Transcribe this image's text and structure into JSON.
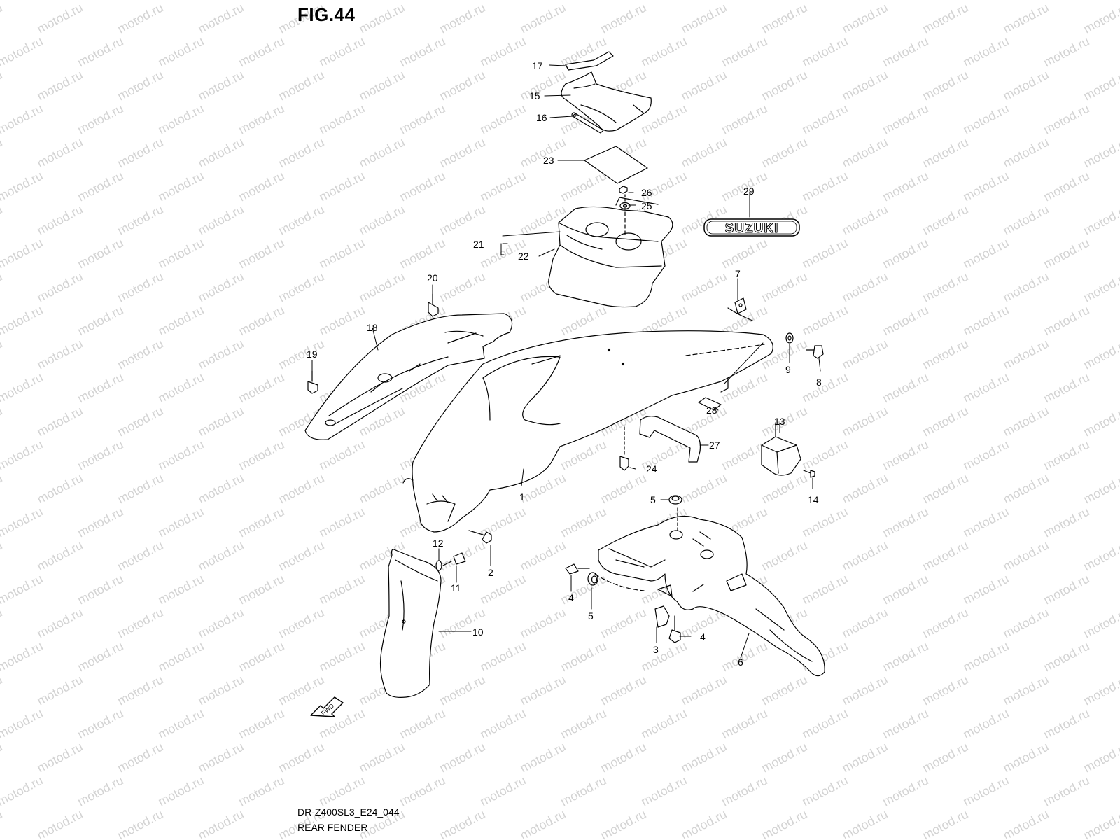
{
  "figure": {
    "title": "FIG.44",
    "code": "DR-Z400SL3_E24_044",
    "caption": "REAR FENDER",
    "fwd_label": "FWD",
    "emblem_text": "SUZUKI",
    "watermark_text": "motod.ru"
  },
  "callouts": [
    {
      "id": "17",
      "label": "17"
    },
    {
      "id": "15",
      "label": "15"
    },
    {
      "id": "16",
      "label": "16"
    },
    {
      "id": "23",
      "label": "23"
    },
    {
      "id": "26",
      "label": "26"
    },
    {
      "id": "25",
      "label": "25"
    },
    {
      "id": "21",
      "label": "21"
    },
    {
      "id": "22",
      "label": "22"
    },
    {
      "id": "29",
      "label": "29"
    },
    {
      "id": "20",
      "label": "20"
    },
    {
      "id": "7",
      "label": "7"
    },
    {
      "id": "18",
      "label": "18"
    },
    {
      "id": "19",
      "label": "19"
    },
    {
      "id": "9",
      "label": "9"
    },
    {
      "id": "8",
      "label": "8"
    },
    {
      "id": "28",
      "label": "28"
    },
    {
      "id": "13",
      "label": "13"
    },
    {
      "id": "27",
      "label": "27"
    },
    {
      "id": "24",
      "label": "24"
    },
    {
      "id": "14",
      "label": "14"
    },
    {
      "id": "1",
      "label": "1"
    },
    {
      "id": "5a",
      "label": "5"
    },
    {
      "id": "12",
      "label": "12"
    },
    {
      "id": "2",
      "label": "2"
    },
    {
      "id": "11",
      "label": "11"
    },
    {
      "id": "4a",
      "label": "4"
    },
    {
      "id": "5b",
      "label": "5"
    },
    {
      "id": "10",
      "label": "10"
    },
    {
      "id": "4b",
      "label": "4"
    },
    {
      "id": "3",
      "label": "3"
    },
    {
      "id": "6",
      "label": "6"
    }
  ],
  "colors": {
    "line": "#000000",
    "watermark": "#d3d3d3",
    "background": "#ffffff"
  }
}
